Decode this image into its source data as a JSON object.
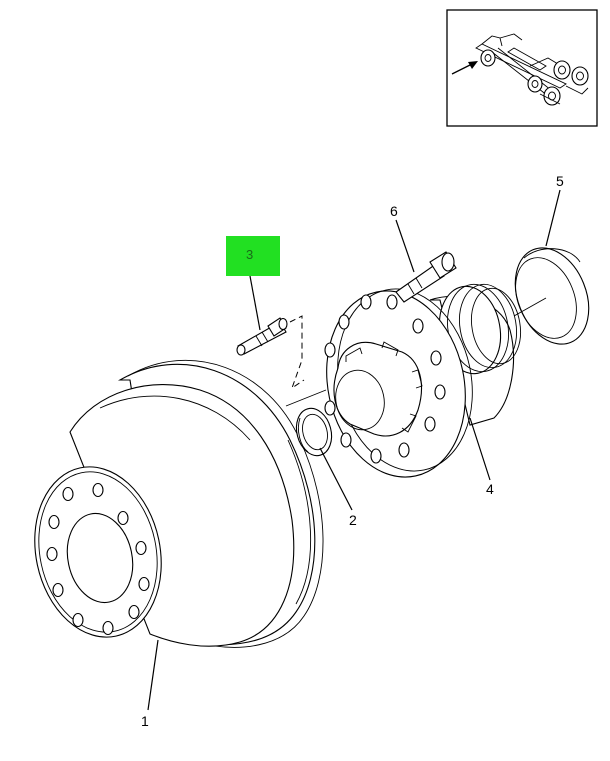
{
  "callouts": {
    "c1": "1",
    "c2": "2",
    "c3": "3",
    "c4": "4",
    "c5": "5",
    "c6": "6"
  },
  "highlight_color": "#22e022",
  "inset": {
    "arrow_icon": "arrow-right-icon"
  }
}
